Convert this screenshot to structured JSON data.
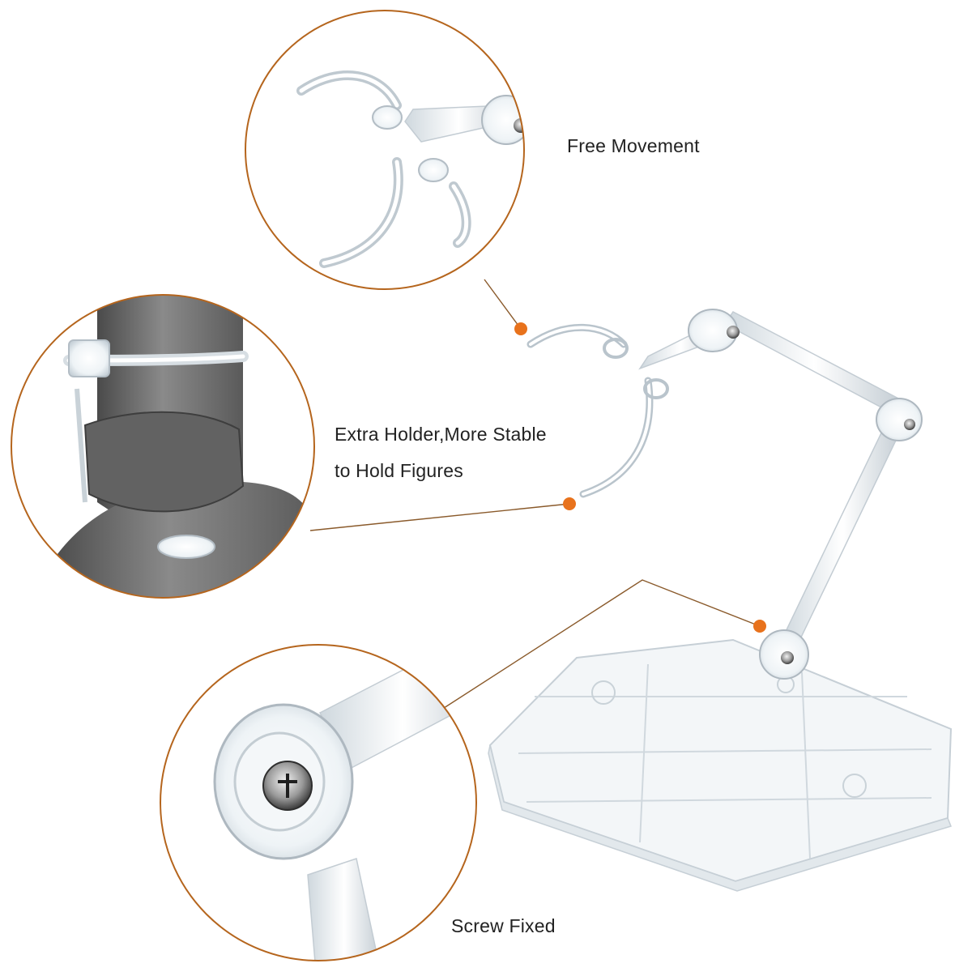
{
  "labels": {
    "free_movement": "Free Movement",
    "holder_line1": "Extra Holder,More Stable",
    "holder_line2": "to Hold Figures",
    "screw_fixed": "Screw Fixed"
  },
  "colors": {
    "accent": "#e8721c",
    "circle_stroke": "#b5651d",
    "plastic": "#dfe7ec",
    "figure_gray": "#6e6e6e"
  },
  "icons": {
    "marker": "orange-dot",
    "screw": "screw-head"
  }
}
